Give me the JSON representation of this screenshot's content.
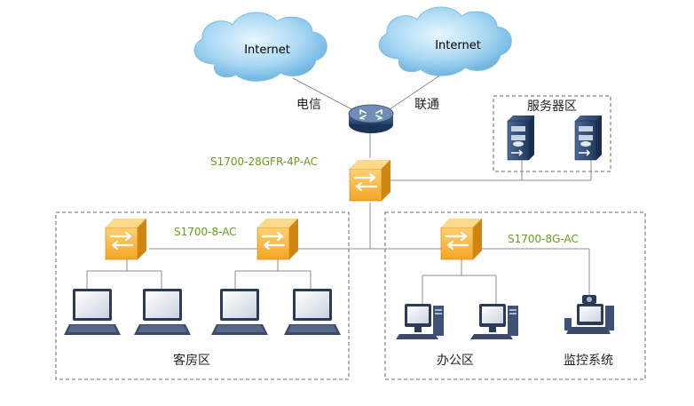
{
  "clouds": [
    {
      "label": "Internet"
    },
    {
      "label": "Internet"
    }
  ],
  "isp_labels": {
    "left": "电信",
    "right": "联通"
  },
  "core_switch": {
    "model": "S1700-28GFR-4P-AC"
  },
  "server_zone": {
    "label": "服务器区"
  },
  "guest_zone": {
    "label": "客房区",
    "switch_model": "S1700-8-AC"
  },
  "office_zone": {
    "label": "办公区",
    "switch_model": "S1700-8G-AC"
  },
  "monitor": {
    "label": "监控系统"
  },
  "colors": {
    "cloud_blue": "#9fd0ee",
    "switch_orange": "#f2a624",
    "router_navy": "#1f3d66",
    "line_gray": "#8c8c8c",
    "label_green": "#6a9a1f"
  },
  "icons": [
    "cloud-icon",
    "router-icon",
    "switch-icon",
    "server-icon",
    "laptop-icon",
    "desktop-icon",
    "camera-icon"
  ]
}
